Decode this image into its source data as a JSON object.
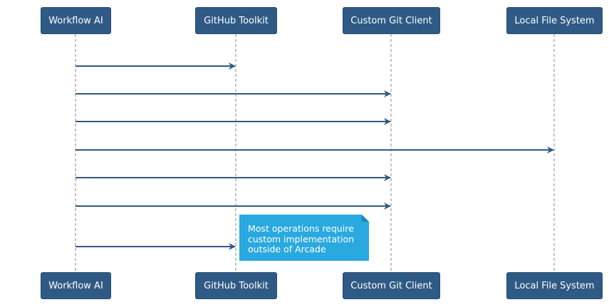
{
  "participants": [
    {
      "label": "Workflow AI"
    },
    {
      "label": "GitHub Toolkit"
    },
    {
      "label": "Custom Git Client"
    },
    {
      "label": "Local File System"
    }
  ],
  "messages": [
    {
      "from": 0,
      "to": 1
    },
    {
      "from": 0,
      "to": 2
    },
    {
      "from": 0,
      "to": 2
    },
    {
      "from": 0,
      "to": 3
    },
    {
      "from": 0,
      "to": 2
    },
    {
      "from": 0,
      "to": 2
    },
    {
      "from": 0,
      "to": 1
    }
  ],
  "note": {
    "lines": [
      "Most operations require",
      "custom implementation",
      "outside of Arcade"
    ],
    "attached_to": 1
  },
  "colors": {
    "participant_fill": "#2f5a85",
    "arrow": "#2f5a85",
    "lifeline": "#8a8a8a",
    "note_fill": "#2aa9e0"
  }
}
